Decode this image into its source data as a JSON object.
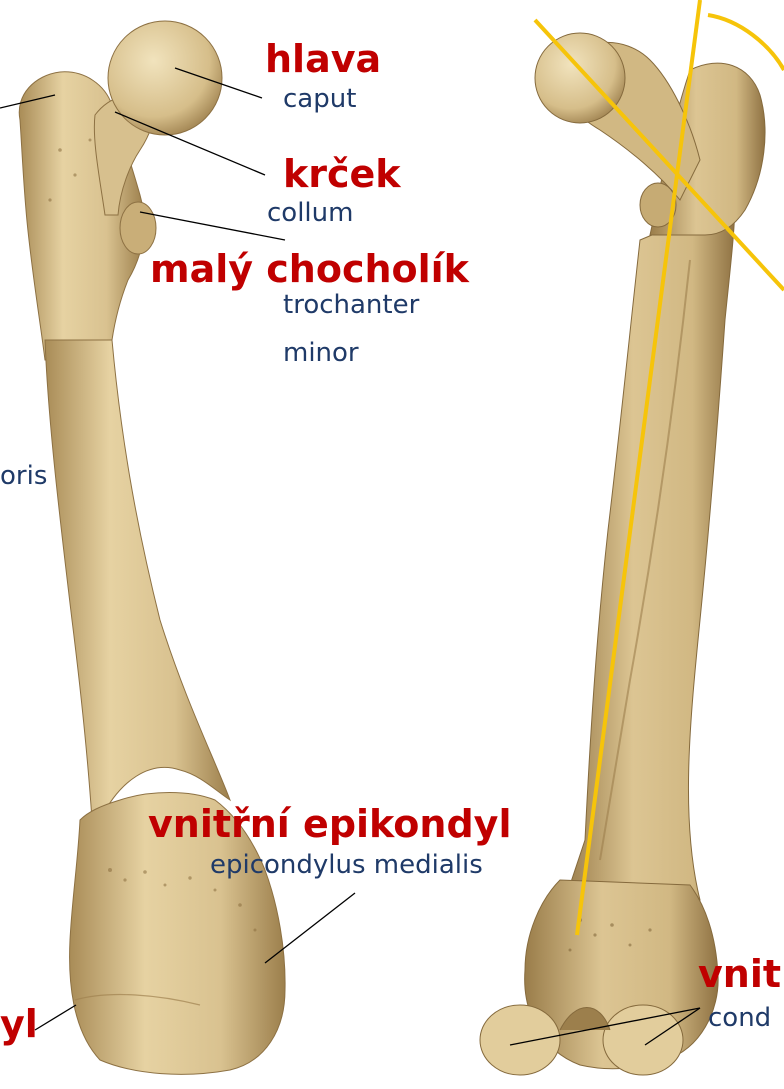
{
  "labels": {
    "hlava": "hlava",
    "caput": "caput",
    "krcek": "krček",
    "collum": "collum",
    "maly_chocholik": "malý chocholík",
    "trochanter": "trochanter",
    "minor": "minor",
    "oris": "oris",
    "vnitrni_epikondyl": "vnitřní epikondyl",
    "epicondylus_medialis": "epicondylus medialis",
    "yl": "yl",
    "vnit": "vnit",
    "cond": "cond"
  },
  "colors": {
    "term_red": "#c00000",
    "term_blue": "#1f3a68",
    "bone_light": "#e8d6a8",
    "bone_mid": "#d4bb86",
    "bone_dark": "#a98c57",
    "axis_yellow": "#f6c40a"
  }
}
